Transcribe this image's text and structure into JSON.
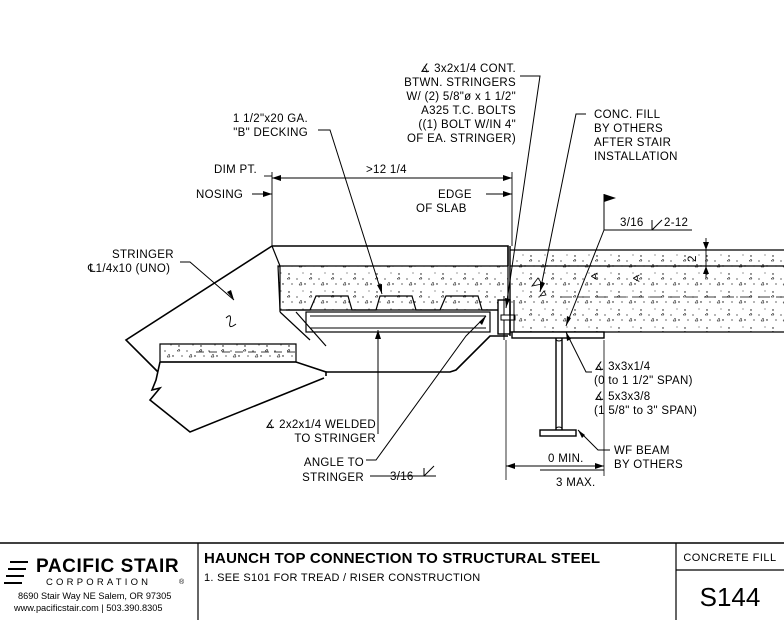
{
  "labels": {
    "angle_cont": [
      "∡ 3x2x1/4 CONT.",
      "BTWN. STRINGERS",
      "W/ (2) 5/8\"ø x 1 1/2\"",
      "A325 T.C. BOLTS",
      "((1) BOLT W/IN 4\"",
      "OF EA. STRINGER)"
    ],
    "conc_fill": [
      "CONC. FILL",
      "BY OTHERS",
      "AFTER STAIR",
      "INSTALLATION"
    ],
    "decking": [
      "1 1/2\"x20 GA.",
      "\"B\" DECKING"
    ],
    "dim_pt": "DIM PT.",
    "dim_12": ">12 1/4",
    "nosing": "NOSING",
    "edge_slab": [
      "EDGE",
      "OF SLAB"
    ],
    "weld_top": "3/16",
    "weld_top_len": "2-12",
    "dim_2": "2",
    "stringer": [
      "STRINGER",
      "℄1/4x10 (UNO)"
    ],
    "angle_3x3": [
      "∡ 3x3x1/4",
      "(0 to 1 1/2\" SPAN)"
    ],
    "angle_5x3": [
      "∡ 5x3x3/8",
      "(1 5/8\" to 3\" SPAN)"
    ],
    "angle_welded": [
      "∡ 2x2x1/4 WELDED",
      "TO STRINGER"
    ],
    "angle_to_stringer": [
      "ANGLE TO",
      "STRINGER"
    ],
    "weld_bottom": "3/16",
    "min_dim": "0 MIN.",
    "max_dim": "3 MAX.",
    "wf_beam": [
      "WF BEAM",
      "BY OTHERS"
    ]
  },
  "title_block": {
    "company_name": "PACIFIC STAIR",
    "company_sub": "CORPORATION",
    "address": "8690 Stair Way NE Salem, OR 97305",
    "contact": "www.pacificstair.com  |  503.390.8305",
    "title": "HAUNCH TOP CONNECTION TO STRUCTURAL STEEL",
    "note": "1.  SEE S101 FOR TREAD / RISER CONSTRUCTION",
    "category": "CONCRETE FILL",
    "sheet_number": "S144"
  }
}
